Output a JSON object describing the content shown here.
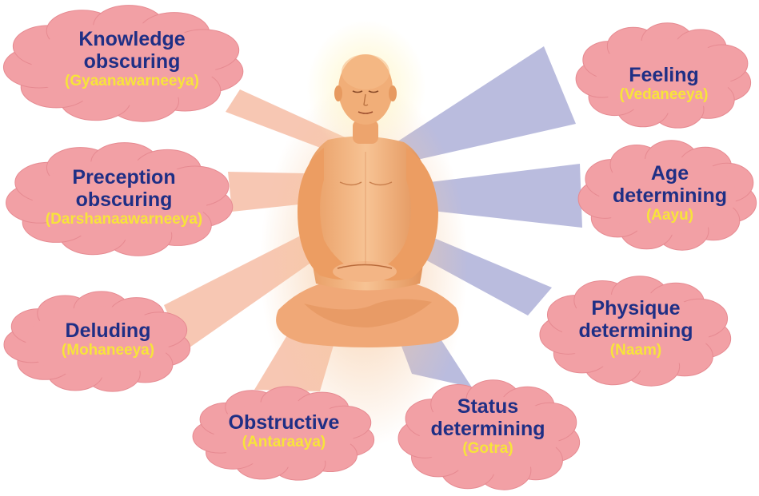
{
  "colors": {
    "cloud_fill": "#f2a0a5",
    "cloud_edge": "#e68a91",
    "english_text": "#1f2f85",
    "sanskrit_text": "#f7e43a",
    "left_rays": "#f4b49a",
    "right_rays": "#8c8fc8",
    "halo": "#fff1b0",
    "skin": "#f2b27c"
  },
  "figure": {
    "name": "meditating-figure"
  },
  "karmas": [
    {
      "id": "knowledge",
      "english": [
        "Knowledge",
        "obscuring"
      ],
      "sanskrit": "(Gyaanawarneeya)",
      "side": "left"
    },
    {
      "id": "perception",
      "english": [
        "Preception",
        "obscuring"
      ],
      "sanskrit": "(Darshanaawarneeya)",
      "side": "left"
    },
    {
      "id": "deluding",
      "english": [
        "Deluding"
      ],
      "sanskrit": "(Mohaneeya)",
      "side": "left"
    },
    {
      "id": "obstructive",
      "english": [
        "Obstructive"
      ],
      "sanskrit": "(Antaraaya)",
      "side": "left"
    },
    {
      "id": "status",
      "english": [
        "Status",
        "determining"
      ],
      "sanskrit": "(Gotra)",
      "side": "right"
    },
    {
      "id": "physique",
      "english": [
        "Physique",
        "determining"
      ],
      "sanskrit": "(Naam)",
      "side": "right"
    },
    {
      "id": "age",
      "english": [
        "Age",
        "determining"
      ],
      "sanskrit": "(Aayu)",
      "side": "right"
    },
    {
      "id": "feeling",
      "english": [
        "Feeling"
      ],
      "sanskrit": "(Vedaneeya)",
      "side": "right"
    }
  ]
}
